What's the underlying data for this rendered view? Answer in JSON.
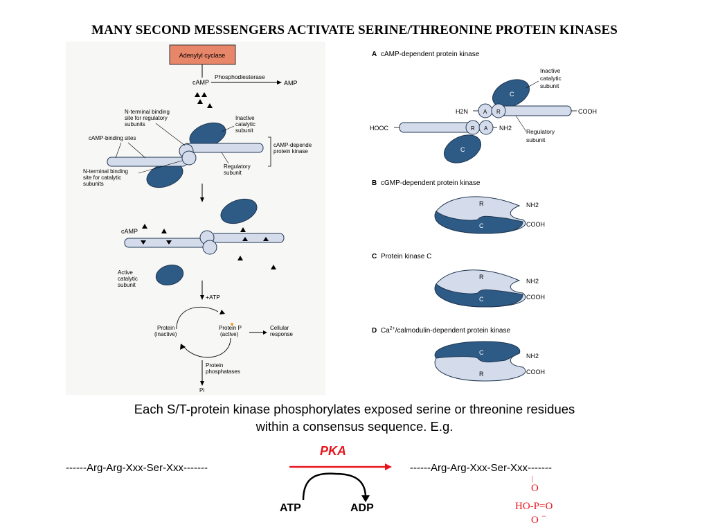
{
  "title": "MANY SECOND MESSENGERS ACTIVATE SERINE/THREONINE PROTEIN KINASES",
  "left_figure": {
    "adenylyl_cyclase": "Adenylyl cyclase",
    "camp": "cAMP",
    "phosphodiesterase": "Phosphodiesterase",
    "amp": "AMP",
    "n_terminal_reg": [
      "N-terminal binding",
      "site for regulatory",
      "subunits"
    ],
    "inactive_catalytic": [
      "Inactive",
      "catalytic",
      "subunit"
    ],
    "camp_binding_sites": "cAMP-binding sites",
    "camp_dependent": [
      "cAMP-depende",
      "protein kinase"
    ],
    "regulatory_subunit": [
      "Regulatory",
      "subunit"
    ],
    "n_terminal_cat": [
      "N-terminal binding",
      "site for catalytic",
      "subunits"
    ],
    "camp2": "cAMP",
    "active_catalytic": [
      "Active",
      "catalytic",
      "subunit"
    ],
    "plus_atp": "+ATP",
    "protein_inactive": [
      "Protein",
      "(inactive)"
    ],
    "protein_p_active": [
      "Protein P",
      "(active)"
    ],
    "cellular_response": [
      "Cellular",
      "response"
    ],
    "protein_phosphatases": [
      "Protein",
      "phosphatases"
    ],
    "pi": "Pi"
  },
  "right_figure": {
    "panel_a": {
      "letter": "A",
      "title": "cAMP-dependent protein kinase",
      "inactive_catalytic": [
        "Inactive",
        "catalytic",
        "subunit"
      ],
      "regulatory": [
        "Regulatory",
        "subunit"
      ],
      "h2n": "H2N",
      "cooh": "COOH",
      "hooc": "HOOC",
      "nh2": "NH2",
      "c": "C",
      "a": "A",
      "r": "R"
    },
    "panel_b": {
      "letter": "B",
      "title": "cGMP-dependent protein kinase",
      "r": "R",
      "c": "C",
      "nh2": "NH2",
      "cooh": "COOH"
    },
    "panel_c": {
      "letter": "C",
      "title": "Protein kinase C",
      "r": "R",
      "c": "C",
      "nh2": "NH2",
      "cooh": "COOH"
    },
    "panel_d": {
      "letter": "D",
      "title_prefix": "Ca",
      "title_sup": "2+",
      "title_suffix": "/calmodulin-dependent protein kinase",
      "c": "C",
      "r": "R",
      "nh2": "NH2",
      "cooh": "COOH"
    }
  },
  "caption": {
    "line1": "Each S/T-protein kinase phosphorylates exposed serine or threonine residues",
    "line2": "within a consensus sequence.  E.g."
  },
  "reaction": {
    "enzyme": "PKA",
    "substrate": "------Arg-Arg-Xxx-Ser-Xxx-------",
    "product": "------Arg-Arg-Xxx-Ser-Xxx-------",
    "atp": "ATP",
    "adp": "ADP",
    "phosphate_top": "O",
    "phosphate_mid": "HO-P=O",
    "phosphate_bottom": "O",
    "minus": "−"
  },
  "colors": {
    "catalytic": "#2d5b86",
    "regulatory": "#d4dcec",
    "outline": "#1e3550",
    "red": "#e8141c",
    "cyclase": "#e8866a"
  }
}
